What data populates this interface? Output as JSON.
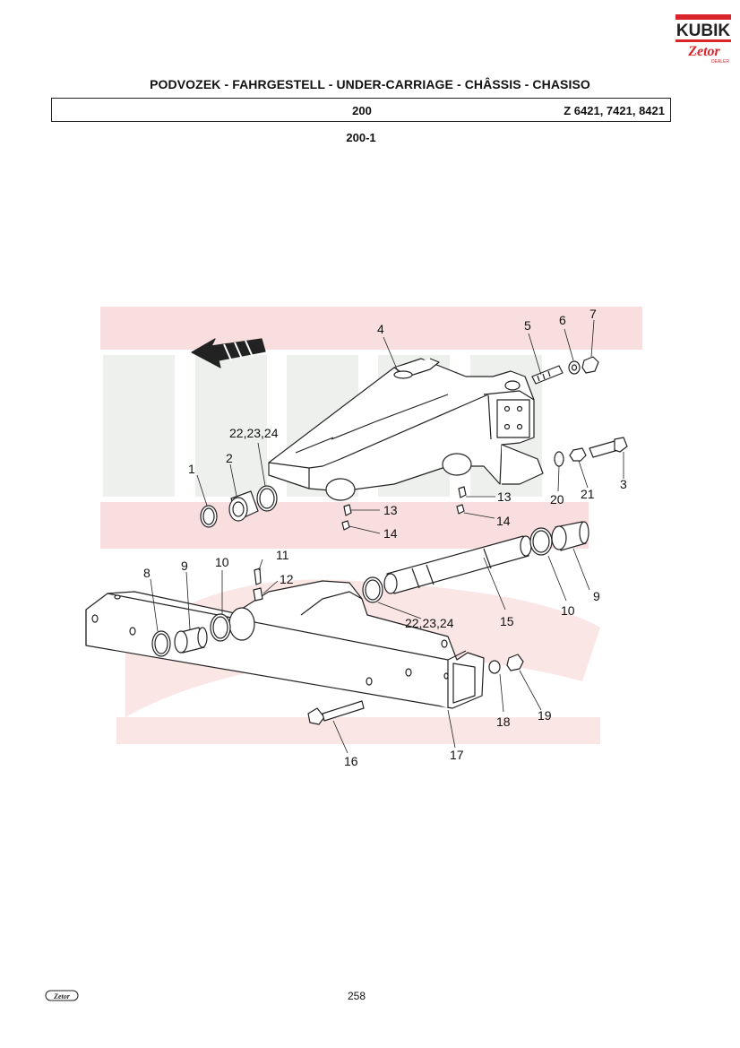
{
  "brand": {
    "logo_top": "KUBIK",
    "logo_mid": "Zetor",
    "logo_bottom": "DEALER",
    "red": "#d9252b",
    "watermark_red": "#f7d6d6",
    "watermark_grey": "#eceeec"
  },
  "header": {
    "title": "PODVOZEK - FAHRGESTELL - UNDER-CARRIAGE - CHÂSSIS - CHASISO",
    "group": "200",
    "models": "Z 6421, 7421, 8421"
  },
  "subsection": "200-1",
  "callouts": {
    "c1": "1",
    "c2": "2",
    "c3": "3",
    "c4": "4",
    "c5": "5",
    "c6": "6",
    "c7": "7",
    "c8": "8",
    "c9a": "9",
    "c9b": "9",
    "c10a": "10",
    "c10b": "10",
    "c11": "11",
    "c12": "12",
    "c13a": "13",
    "c13b": "13",
    "c14a": "14",
    "c14b": "14",
    "c15": "15",
    "c16": "16",
    "c17": "17",
    "c18": "18",
    "c19": "19",
    "c20": "20",
    "c21": "21",
    "c22a": "22,23,24",
    "c22b": "22,23,24"
  },
  "footer": {
    "logo": "Zetor",
    "page": "258"
  }
}
